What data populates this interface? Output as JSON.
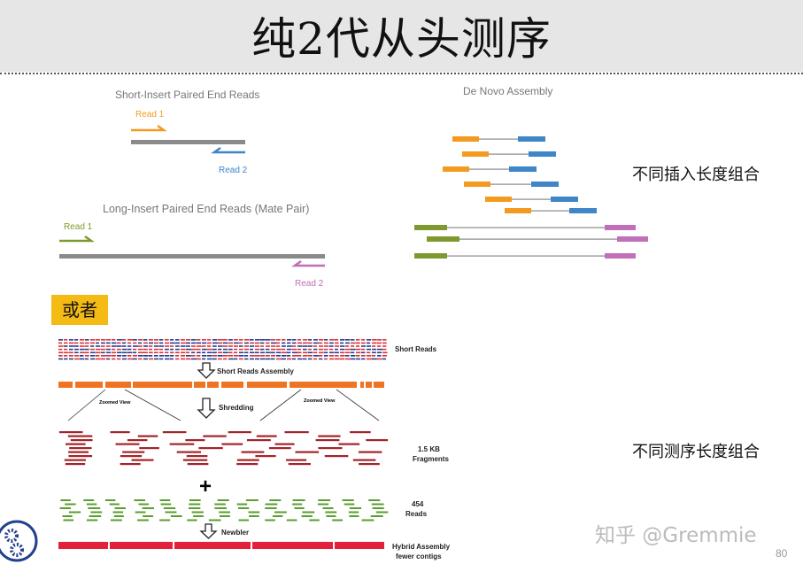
{
  "slide": {
    "title": "纯2代从头测序",
    "or_label": "或者",
    "page_number": "80",
    "watermark": "知乎 @Gremmie",
    "label_insert": "不同插入长度组合",
    "label_length": "不同测序长度组合"
  },
  "short_insert": {
    "title": "Short-Insert Paired End Reads",
    "read1": "Read 1",
    "read2": "Read 2"
  },
  "long_insert": {
    "title": "Long-Insert Paired End Reads (Mate Pair)",
    "read1": "Read 1",
    "read2": "Read 2"
  },
  "de_novo": {
    "title": "De Novo Assembly"
  },
  "hybrid": {
    "short_reads": "Short Reads",
    "step1": "Short Reads Assembly",
    "zoom1": "Zoomed View",
    "zoom2": "Zoomed View",
    "step2": "Shredding",
    "fragments_1": "1.5 KB",
    "fragments_2": "Fragments",
    "plus": "+",
    "reads454_1": "454",
    "reads454_2": "Reads",
    "step3": "Newbler",
    "result_1": "Hybrid Assembly",
    "result_2": "fewer contigs"
  },
  "colors": {
    "orange": "#f39a1f",
    "blue": "#3f86c8",
    "green": "#7e9a2e",
    "purple": "#c06fb8",
    "gray": "#8a8a8a",
    "contig": "#ee7422",
    "fragment": "#a3242a",
    "read454": "#5a9e2f",
    "hybrid": "#e3213a",
    "logo": "#233f8f",
    "highlight": "#f4bb14"
  }
}
